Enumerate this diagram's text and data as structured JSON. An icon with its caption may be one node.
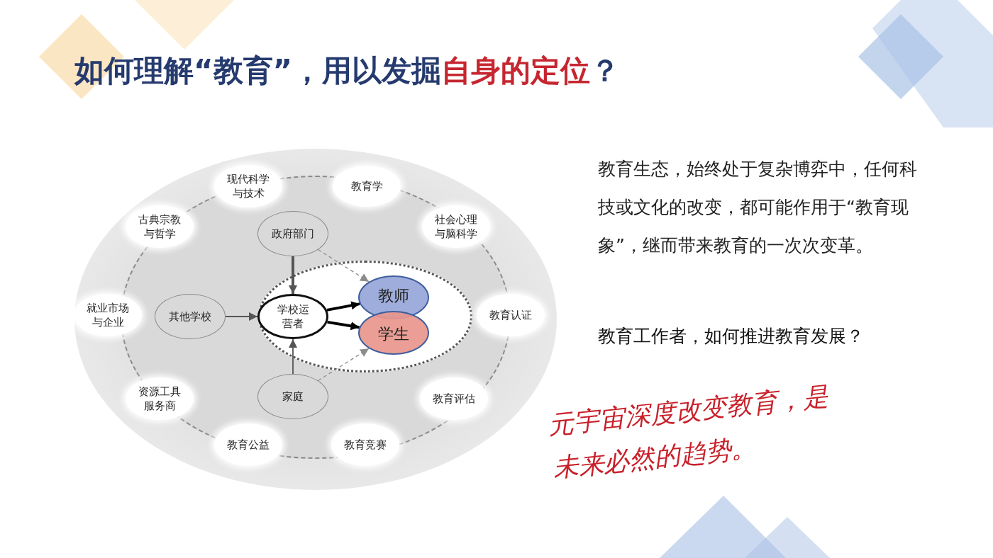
{
  "diagram": {
    "title": "如何理解“教育”，用以发掘**自身的定位**？",
    "nodes": [
      {
        "text": [
          "现代科学与技术"
        ]
      },
      {
        "text": [
          "教育学"
        ]
      },
      {
        "text": [
          "古典宗教与哲学"
        ]
      },
      {
        "text": [
          "社会心理与脑科学"
        ]
      },
      {
        "text": [
          "政府部门"
        ]
      },
      {
        "text": [
          "其他学校"
        ]
      },
      {
        "text": [
          "学校运营者"
        ]
      },
      {
        "text": [
          "教师"
        ]
      },
      {
        "text": [
          "学生"
        ]
      },
      {
        "text": [
          "就业市场与企业"
        ]
      },
      {
        "text": [
          "教育认证"
        ]
      },
      {
        "text": [
          "家庭"
        ]
      },
      {
        "text": [
          "资源工具服务商"
        ]
      },
      {
        "text": [
          "教育评估"
        ]
      },
      {
        "text": [
          "教育公益"
        ]
      },
      {
        "text": [
          "教育竞赛"
        ]
      }
    ],
    "edges": [
      {
        "from": 4,
        "to": 6,
        "arrow": "to",
        "style": "thick"
      },
      {
        "from": 5,
        "to": 6,
        "arrow": "to"
      },
      {
        "from": 11,
        "to": 6,
        "arrow": "to"
      },
      {
        "from": 6,
        "to": 7,
        "arrow": "to",
        "style": "thick",
        "color": "#000000"
      },
      {
        "from": 6,
        "to": 8,
        "arrow": "to",
        "style": "thick",
        "color": "#000000"
      },
      {
        "from": 4,
        "to": 7,
        "arrow": "to",
        "style": "dashed",
        "color": "#8c8c8c"
      },
      {
        "from": 11,
        "to": 8,
        "arrow": "to",
        "style": "dashed",
        "color": "#8c8c8c"
      }
    ],
    "labels": [
      "教育生态，始终处于复杂博弈中，任何科技或文化的改变，都可能作用于“教育现象”，继而带来教育的一次次变革。",
      "教育工作者，如何推进教育发展？",
      "元宇宙深度改变教育，是未来必然的趋势。"
    ]
  }
}
